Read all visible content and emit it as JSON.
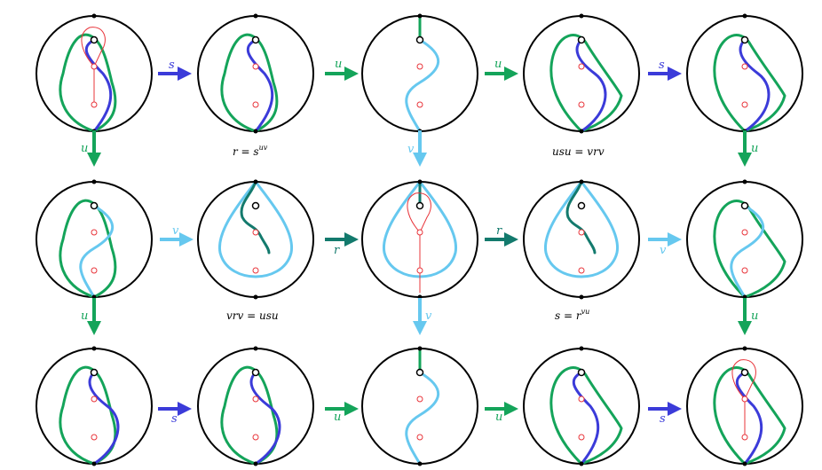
{
  "colors": {
    "circle": "#000000",
    "blue": "#3b3bd9",
    "green": "#14a45a",
    "light_blue": "#66c8ef",
    "teal": "#137a6d",
    "red": "#e8343a"
  },
  "labels": {
    "s": "s",
    "u": "u",
    "v": "v",
    "r": "r"
  },
  "equations": {
    "eq1": "r = s",
    "eq1_sup": "uv",
    "eq2": "usu = vrv",
    "eq3": "vrv = usu",
    "eq4": "s = r",
    "eq4_sup": "vu"
  }
}
